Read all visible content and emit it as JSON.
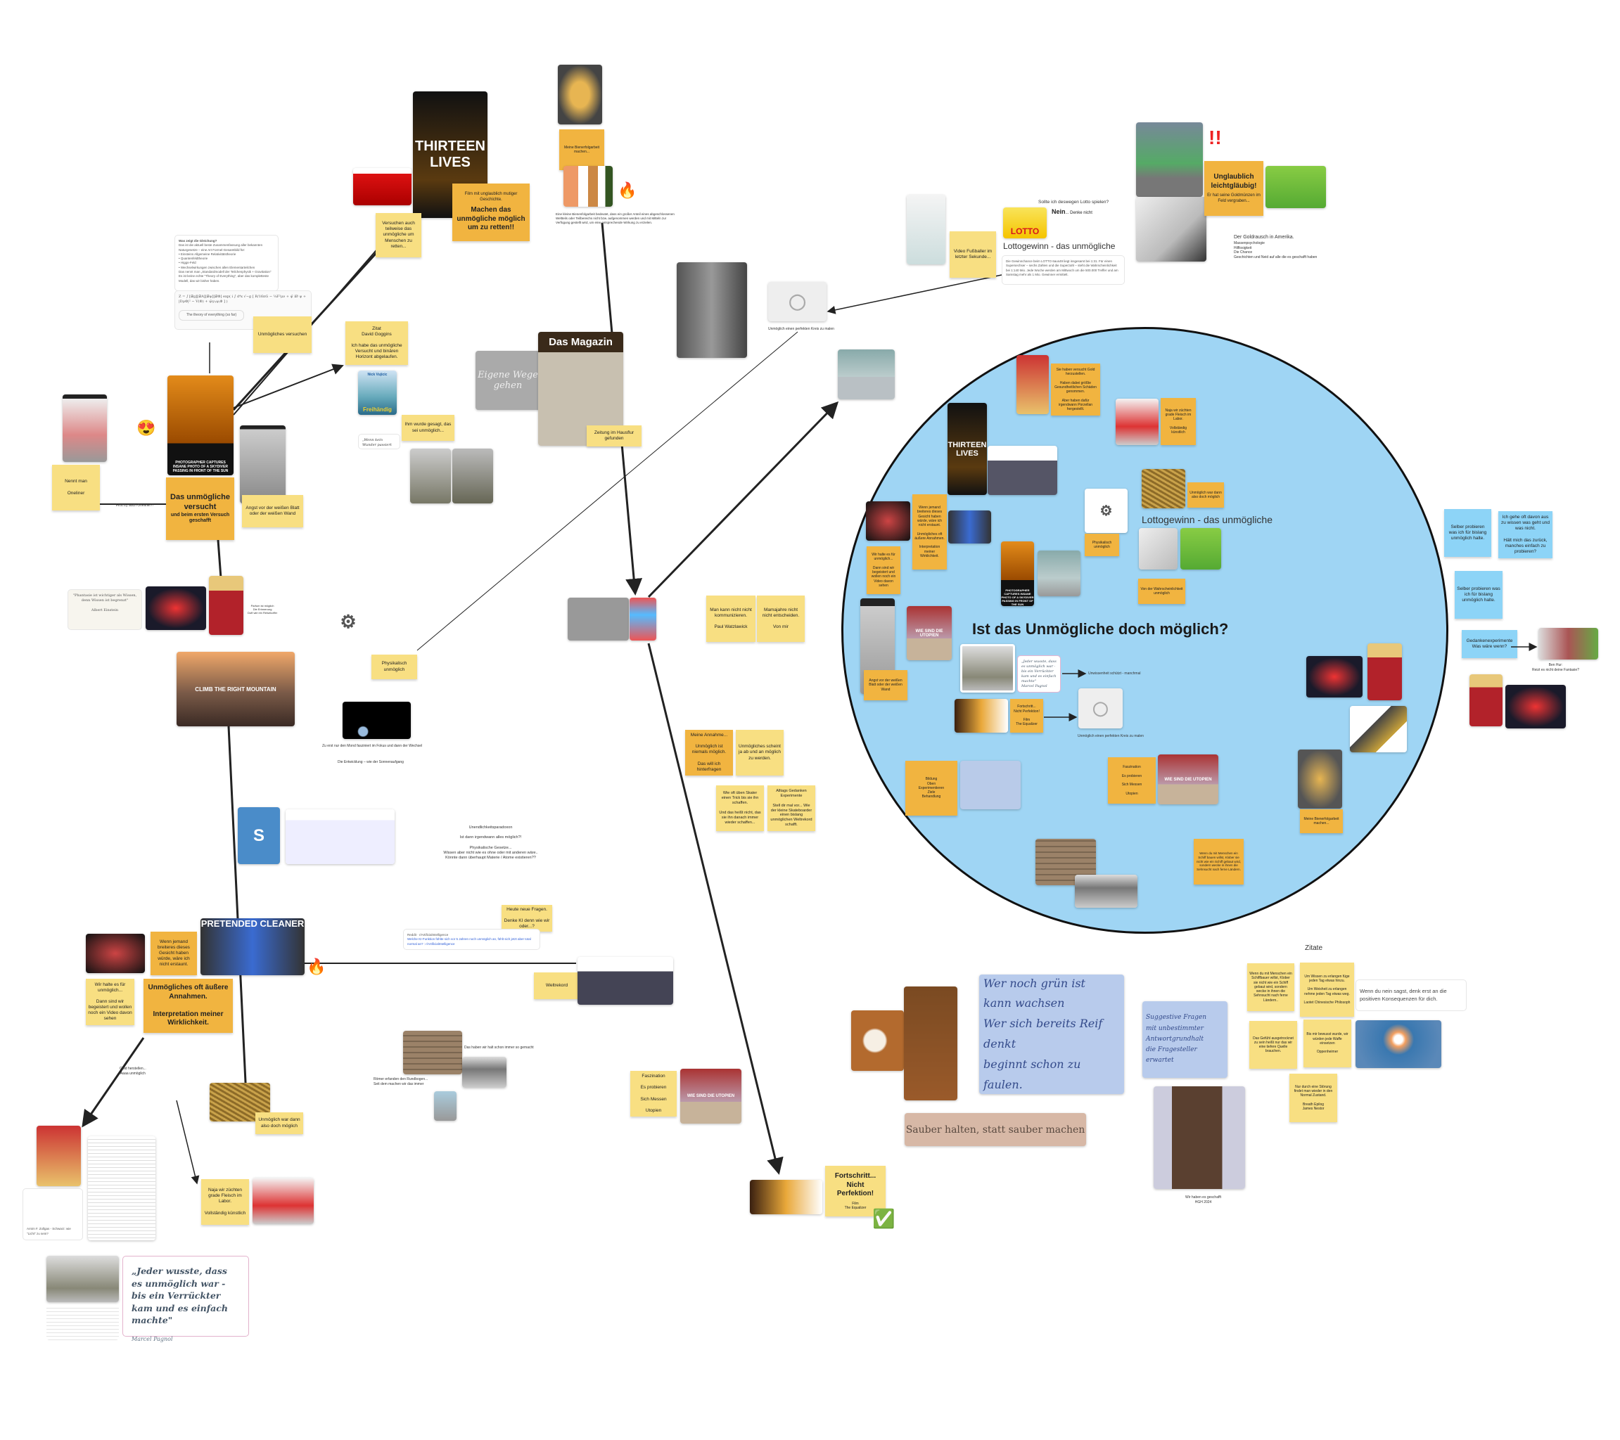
{
  "colors": {
    "sticky_yellow": "#f8df82",
    "sticky_orange": "#f1b440",
    "sticky_blue": "#8dd4f7",
    "circle_fill": "#9fd5f4"
  },
  "circle": {
    "title": "Ist das Unmögliche doch möglich?",
    "lotto_label": "Lottogewinn - das unmögliche",
    "unwissenheit": "Unwissenheit schützt - manchmal",
    "kreis_caption": "Unmöglich einen perfekten Kreis zu malen",
    "gold": "Sie haben versucht Gold herzustellen.\n\nHaben dabei größte Gesundheitlichen Schäden genommen.\n\nAber haben dafür irgendwann Porzellan hergestellt.",
    "fleisch": "Naja wir züchten grade Fleisch im Labor.\n\nVollständig künstlich",
    "gesicht": "Wenn jemand breiteres dieses Gesicht haben würde, wäre ich nicht erstaunt.\n\nUnmögliches oft äußere Annahmen.\n\nInterpretation meiner Wirklichkeit.",
    "halten": "Wir halte es für unmöglich...\n\nDann sind wir begeistert und wollen noch ein Video davon sehen",
    "physikalisch": "Physikalisch unmöglich",
    "also_doch": "Unmöglich war dann also doch möglich",
    "wahrscheinlichkeit": "Von der Wahrscheinlichkeit unmöglich",
    "angst": "Angst vor der weißen Blatt oder der weißen Wand",
    "quote": "„Jeder wusste, dass es unmöglich war - bis ein Verrückter kam und es einfach machte\"",
    "quote_author": "Marcel Pagnol",
    "fortschritt": "Fortschritt...\nNicht Perfektion!\n\nFilm\nThe Equalizer",
    "bildung": "Bildung\nOben\nExperimentieren\nZiele\nBehandlung",
    "faszination": "Faszination\n\nEs probieren\n\nSich Messen\n\nUtopien",
    "bier": "Meine Bienerfolgarbeit machen...",
    "schiff": "Wenn du mit Menschen ein Schiff bauen willst, Klober sie nicht wie ein Schiff gebaut wird, sondern wecke in ihnen die Sehnsucht nach ferne Ländern.",
    "arte": "WIE SIND DIE UTOPIEN",
    "thirteen": "THIRTEEN\nLIVES",
    "sun": "PHOTOGRAPHER CAPTURES INSANE PHOTO OF A SKYDIVER PASSING IN FRONT OF THE SUN"
  },
  "top": {
    "thirteen": "THIRTEEN\nLIVES",
    "film": "Film mit unglaublich mutiger Geschichte.",
    "machen": "Machen das unmögliche möglich um zu retten!!",
    "retten": "Versuchen auch teilweise das unmögliche um Menschen zu retten...",
    "bier": "Meine Bienerfolgarbeit machen...",
    "paragraph": "Eine kleine Bienenfolgarbeit bedeutet, dass ein großer Anteil eines abgeschlossenen Weltteils oder Teilbereichs nicht bzw. aufgenommen werden und mit Mitteln zur Verfügung gestellt wird, um eine entsprechende Wirkung zu erzielen."
  },
  "left": {
    "doc_title": "Was zeigt die Gleichung?",
    "doc_body": "Das ist die aktuell beste Zusammenfassung aller bekannten Naturgesetze – eine Art Formel-Gesamtbild für:\n• Einsteins Allgemeine Relativitätstheorie\n• Quantenfeldtheorie\n• Higgs-Feld\n• Wechselwirkungen zwischen allen Elementarteilchen\nDas nennt man „Standardmodell der Teilchenphysik + Gravitation\"\nEs ist keine echte \"Theory of Everything\", aber das kompletteste Modell, das wir bisher haben.",
    "formula": "Z = ∫ [𝒟g][𝒟A][𝒟ψ][𝒟Φ] exp( i ∫ d⁴x √−g [ R/16πG − ¼F²μν + ψ̄ iD̸ ψ + |DμΦ|² − V(Φ) + ψ̄ᵢyᵢⱼψⱼΦ ] )",
    "formula_caption": "The theory of everything (so far)",
    "unm_versuchen": "Unmögliches versuchen",
    "goggins": "Zitat\nDavid Goggins\n\nIch habe das unmögliche Versucht und binären Horizont abgelaufen.",
    "book_author": "Nick Vujicic",
    "book_title": "Freihändig",
    "wunder": "„Wenn kein Wunder passiert",
    "ihm": "Ihm wurde gesagt, das sei unmöglich...",
    "main": "Das unmögliche versucht",
    "main_rest": "und beim ersten Versuch geschafft",
    "angst": "Angst vor der weißen Blatt oder der weißen Wand",
    "oneliner": "Nennt man\n\nOneliner",
    "first_try": "First try auch Oneliner?!",
    "sun": "PHOTOGRAPHER CAPTURES INSANE PHOTO OF A SKYDIVER PASSING IN FRONT OF THE SUN",
    "einstein": "\"Phantasie ist wichtiger als Wissen, denn Wissen ist begrenzt\"\n\nAlbert Einstein",
    "perfume_text": "Parfum ist möglich\nDie Erinnerung\nDuft wie ein Reisekoffer",
    "physikalisch": "Physikalisch unmöglich",
    "mountain": "CLIMB THE RIGHT MOUNTAIN",
    "moon_caption": "Zu erst nur den Mond fasziniert im Fokus und dann der Wechsel",
    "sunrise": "Die Entwicklung – wie der Sonnenaufgang",
    "s_logo": "S"
  },
  "middle": {
    "eigene_wege": "Eigene Wege\ngehen",
    "magazin": "Das Magazin",
    "zeitung": "Zeitung im Hausflur gefunden",
    "kreis_caption": "Unmöglich einen perfekten Kreis zu malen",
    "watzlawick": "Man kann nicht nicht kommunizieren.\n\nPaul Watzlawick",
    "mamajahre": "Mamajahre nicht nicht entscheiden.\n\nVon mir",
    "annahme": "Meine Annahme...\n\nUnmöglich ist niemals möglich.\n\nDas will ich hinterfragen",
    "scheint": "Unmögliches scheint ja ab und an möglich zu werden.",
    "skater": "Wie oft üben Skater einen Trick bis sie ihn schaffen.\n\nUnd das heißt nicht, das sie ihn danach immer wieder schaffen...",
    "alltag": "Alltags Gedanken Experimente\n\nStell dir mal vor... Wie der kleine Skateboarder einen bislang unmöglichen Weltrekord schafft.",
    "paradox": "Unendlichkeitsparadoxon\n\nIst dann irgendwann alles möglich?!\n\nPhysikalische Gesetze...\nWissen aber nicht wie es ohne oder mit anderen wäre..\nKönnte dann überhaupt Materie / Atome existieren??",
    "fragen": "Heute neue Fragen.\n\nDenke KI denn wie wir oder...?",
    "reddit_head": "Reddit · r/ArtificialIntelligence",
    "reddit_link": "Welche KI-Funktion fühlte sich vor 5 Jahren noch unmöglich an, fühlt sich jetzt aber total normal an? : r/ArtificialIntelligence",
    "weltrekord": "Weltrekord",
    "immer_so": "Das haben wir halt schon immer so gemacht",
    "roemer": "Römer erfanden den Rundbogen...\nSeit dem machen wir das immer",
    "faszination": "Faszination\n\nEs probieren\n\nSich Messen\n\nUtopien",
    "arte": "WIE SIND DIE UTOPIEN",
    "fortschritt_title": "Fortschritt...\nNicht\nPerfektion!",
    "fortschritt_sub": "Film\nThe Equalizer"
  },
  "lower_left": {
    "gesicht": "Wenn jemand breiteres dieses Gesicht haben würde, wäre ich nicht erstaunt.",
    "halten": "Wir halte es für unmöglich...\n\nDann sind wir begeistert und wollen noch ein Video davon sehen",
    "annahmen": "Unmögliches oft äußere Annahmen.\n\nInterpretation meiner Wirklichkeit.",
    "cleaner": "PRETENDED CLEANER",
    "gold_label": "Gold herstellen...\nAaaa unmöglich",
    "also_doch": "Unmöglich war dann also doch möglich",
    "fleisch": "Naja wir züchten grade Fleisch im Labor.\n\nVollständig künstlich",
    "quote": "„Jeder wusste, dass es unmöglich war - bis ein Verrückter kam und es einfach machte\"",
    "quote_author": "Marcel Pagnol",
    "small_card": "Arnim F. Zollgas - Schwarz: wie \"Licht\" zu sein?"
  },
  "lotto": {
    "question": "Sollte ich deswegen Lotto spielen?",
    "answer": "Nein",
    "answer_rest": "... Denke nicht",
    "logo": "LOTTO",
    "title": "Lottogewinn - das unmögliche",
    "paragraph": "Die Gewinnchance beim LOTTO 6aus49 liegt insgesamt bei 1:31. Für einen Supersechser – sechs Zahlen und die Superzahl – steht die Wahrscheinlichkeit bei 1:140 Mio. Jede Woche werden am Mittwoch um die 500.000 Treffer und am Samstag mehr als 1 Mio. Gewinner ermittelt.",
    "video": "Video Fußballer im letzter Sekunde..."
  },
  "pumuckl": {
    "marks": "!!",
    "title": "Unglaublich leichtgläubig!",
    "body": "Er hat seine Goldmünzen im Feld vergraben...",
    "gold_title": "Der Goldrausch in Amerika.",
    "gold_lines": "Massenpsychologie\nHilflosigkeit\nDie Chance\nGeschichten und Neid auf alle die es geschafft haben"
  },
  "right": {
    "b1": "Selber probieren was ich für bislang unmöglich halte.",
    "b2": "Ich gehe oft davon aus zu wissen was geht und was nicht.\n\nHält mich das zurück, manches einfach zu probieren?",
    "b3": "Selber probieren was ich für bislang unmöglich halte.",
    "b4": "Gedankenexperimente\nWas wäre wenn?",
    "benhur": "Ben Hur:\nReizt es nicht deine Fantasie?"
  },
  "zitate": {
    "title": "Zitate",
    "q1": "Wenn du mit Menschen ein Schiffbauer willst, Klober sie nicht wie ein Schiff gebaut wird, sondern wecke in ihnen die Sehnsucht nach ferne Ländern..",
    "q2": "Um Wissen zu erlangen füge jeden Tag etwas hinzu.\n\nUm Weisheit zu erlangen nehme jeden Tag etwas weg.\n\nLaotet Chinesische Philosoph",
    "q3": "Das Gefühl ausgetrocknet zu sein heißt nur das wir eine tiefere Quelle brauchen.",
    "q4": "Bis mir bewusst wurde, wir würden jede Waffe einsetzen\n\nOppenheimer",
    "q5": "Nur durch eine Störung findet man wieder in den Normal Zustand.\n\nBreath Epilog\nJames Nestor",
    "nein": "Wenn du nein sagst, denk erst an die positiven Konsequenzen für dich."
  },
  "notes": {
    "hand1": "Wer noch grün ist\nkann wachsen\nWer sich bereits Reif denkt\nbeginnt schon zu faulen.",
    "hand2": "Suggestive Fragen\nmit unbestimmter Antwortgrundhalt\ndie Fragesteller erwartet",
    "sauber": "Sauber halten, statt sauber machen",
    "geschafft": "Wir haben es geschafft\nHGH 2024"
  },
  "emoji": {
    "heart_eyes": "😍",
    "fire": "🔥",
    "check": "✅"
  }
}
